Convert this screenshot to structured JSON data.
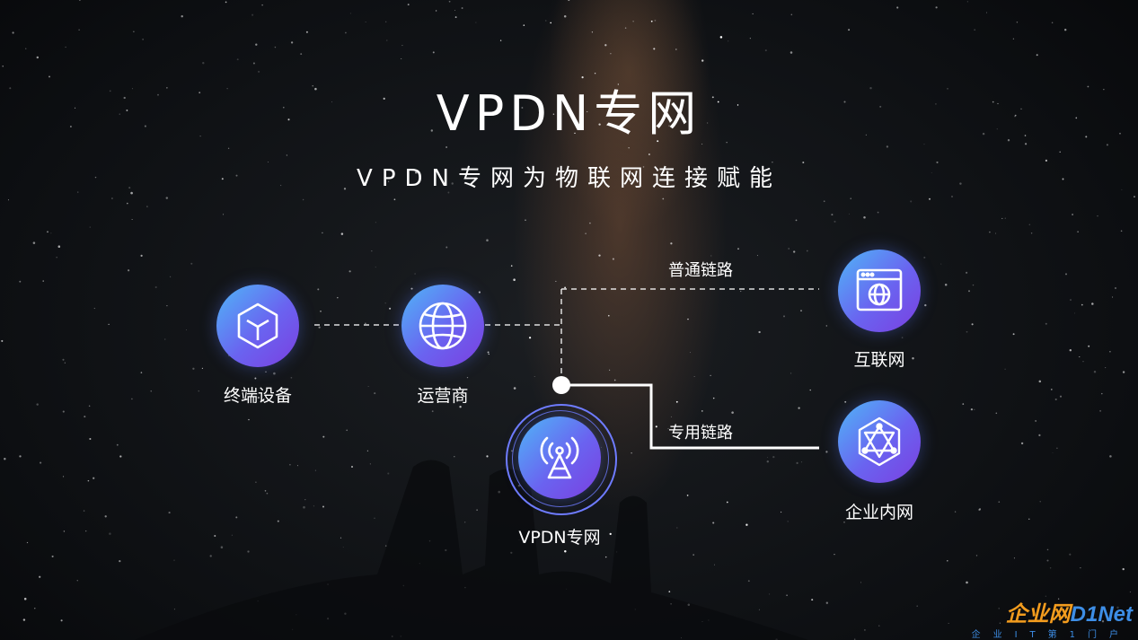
{
  "title": "VPDN专网",
  "subtitle": "VPDN专网为物联网连接赋能",
  "nodes": {
    "terminal": {
      "label": "终端设备",
      "icon": "cube-icon"
    },
    "carrier": {
      "label": "运营商",
      "icon": "globe-icon"
    },
    "vpdn": {
      "label": "VPDN专网",
      "icon": "antenna-icon"
    },
    "internet": {
      "label": "互联网",
      "icon": "browser-globe-icon"
    },
    "intranet": {
      "label": "企业内网",
      "icon": "network-hexagon-icon"
    }
  },
  "links": {
    "normal": "普通链路",
    "dedicated": "专用链路"
  },
  "watermark": {
    "brand_cn": "企业网",
    "brand_en": "D1Net",
    "tagline": "企业IT第1门户"
  },
  "colors": {
    "node_gradient_start": "#4fb6f7",
    "node_gradient_end": "#7b3fe0",
    "line": "#ffffff"
  }
}
